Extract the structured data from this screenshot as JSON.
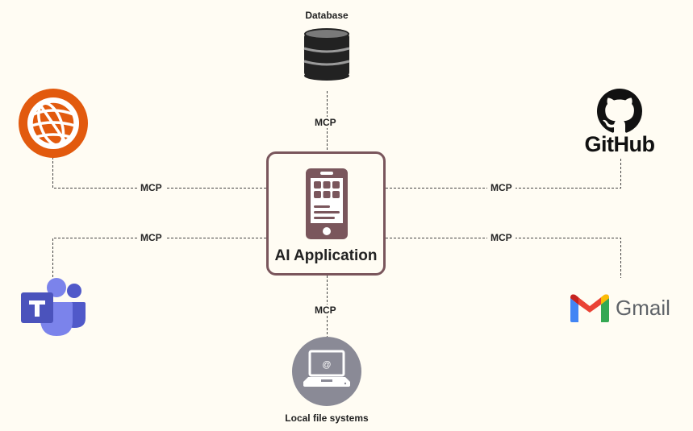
{
  "diagram": {
    "hub": {
      "label": "AI Application",
      "icon": "smartphone-icon",
      "border_color": "#7a565c"
    },
    "connector_label": "MCP",
    "nodes": [
      {
        "id": "database",
        "label": "Database",
        "icon": "database-icon",
        "position": "top"
      },
      {
        "id": "web",
        "label": "",
        "icon": "globe-icon",
        "position": "top-left",
        "color": "#e25a0e"
      },
      {
        "id": "github",
        "label": "GitHub",
        "icon": "github-icon",
        "position": "top-right"
      },
      {
        "id": "teams",
        "label": "",
        "icon": "microsoft-teams-icon",
        "position": "bottom-left",
        "color": "#5059c9"
      },
      {
        "id": "gmail",
        "label": "Gmail",
        "icon": "gmail-icon",
        "position": "bottom-right"
      },
      {
        "id": "local-files",
        "label": "Local file systems",
        "icon": "laptop-icon",
        "position": "bottom",
        "color": "#8a8a96"
      }
    ],
    "connections": [
      {
        "from": "database",
        "to": "hub",
        "label": "MCP"
      },
      {
        "from": "web",
        "to": "hub",
        "label": "MCP"
      },
      {
        "from": "github",
        "to": "hub",
        "label": "MCP"
      },
      {
        "from": "teams",
        "to": "hub",
        "label": "MCP"
      },
      {
        "from": "gmail",
        "to": "hub",
        "label": "MCP"
      },
      {
        "from": "local-files",
        "to": "hub",
        "label": "MCP"
      }
    ]
  }
}
